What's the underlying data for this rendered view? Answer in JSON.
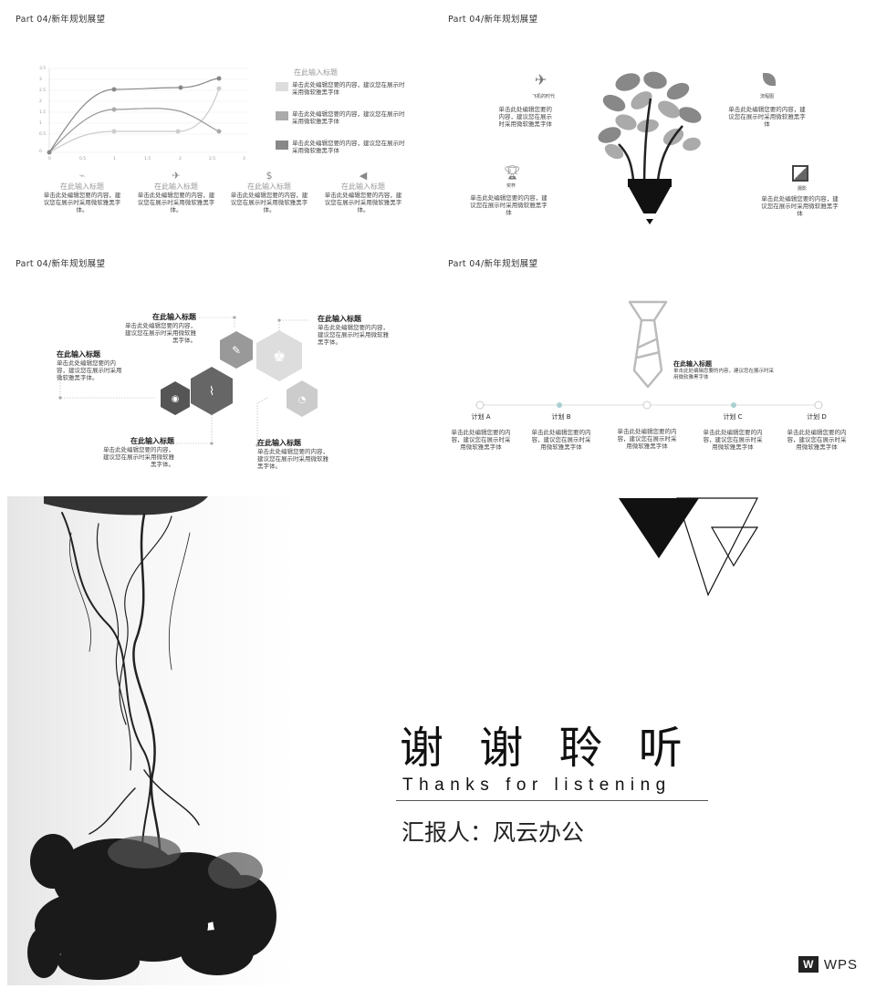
{
  "slides": {
    "s1": {
      "part": "Part  04/新年规划展望",
      "legend_title": "在此输入标题",
      "legend_items": [
        "单击此处编辑您要的内容，建议您在展示时采用微软雅黑字体",
        "单击此处编辑您要的内容，建议您在展示时采用微软雅黑字体",
        "单击此处编辑您要的内容，建议您在展示时采用微软雅黑字体"
      ],
      "y_ticks": [
        "3.5",
        "3",
        "2.5",
        "2",
        "1.5",
        "1",
        "0.5",
        "0"
      ],
      "x_ticks": [
        "0",
        "0.5",
        "1",
        "1.5",
        "2",
        "2.5",
        "3"
      ],
      "features": [
        {
          "title": "在此输入标题",
          "text": "单击此处编辑您要的内容，建议您在展示时采用微软雅黑字体。",
          "icon": "chart-icon"
        },
        {
          "title": "在此输入标题",
          "text": "单击此处编辑您要的内容，建议您在展示时采用微软雅黑字体。",
          "icon": "plane-icon"
        },
        {
          "title": "在此输入标题",
          "text": "单击此处编辑您要的内容，建议您在展示时采用微软雅黑字体。",
          "icon": "dollar-icon"
        },
        {
          "title": "在此输入标题",
          "text": "单击此处编辑您要的内容，建议您在展示时采用微软雅黑字体。",
          "icon": "megaphone-icon"
        }
      ]
    },
    "s2": {
      "part": "Part  04/新年规划展望",
      "labels": [
        "飞机的时代",
        "流程图",
        "奖杯",
        "摄影"
      ],
      "text": "单击此处编辑您要的内容，建议您在展示时采用微软雅黑字体"
    },
    "s3": {
      "part": "Part  04/新年规划展望",
      "blocks": [
        {
          "title": "在此输入标题",
          "text": "单击此处编辑您要的内容，建议您在展示时采用微软雅黑字体。"
        },
        {
          "title": "在此输入标题",
          "text": "单击此处编辑您要的内容，建议您在展示时采用微软雅黑字体。"
        },
        {
          "title": "在此输入标题",
          "text": "单击此处编辑您要的内容，建议您在展示时采用微软雅黑字体。"
        },
        {
          "title": "在此输入标题",
          "text": "单击此处编辑您要的内容，建议您在展示时采用微软雅黑字体。"
        },
        {
          "title": "在此输入标题",
          "text": "单击此处编辑您要的内容，建议您在展示时采用微软雅黑字体。"
        }
      ]
    },
    "s4": {
      "part": "Part  04/新年规划展望",
      "title": "在此输入标题",
      "title_text": "单击此处编辑您要的内容，建议您在展示时采用微软雅黑字体",
      "plans": [
        {
          "label": "计划 A",
          "text": "单击此处编辑您要的内容，建议您在展示时采用微软雅黑字体"
        },
        {
          "label": "计划 B",
          "text": "单击此处编辑您要的内容，建议您在展示时采用微软雅黑字体"
        },
        {
          "label": "",
          "text": "单击此处编辑您要的内容，建议您在展示时采用微软雅黑字体"
        },
        {
          "label": "计划 C",
          "text": "单击此处编辑您要的内容，建议您在展示时采用微软雅黑字体"
        },
        {
          "label": "计划 D",
          "text": "单击此处编辑您要的内容，建议您在展示时采用微软雅黑字体"
        }
      ]
    },
    "s5": {
      "title": "谢 谢 聆 听",
      "subtitle": "Thanks for listening",
      "reporter": "汇报人：风云办公",
      "brand": "WPS"
    }
  },
  "colors": {
    "dark": "#1a1a1a",
    "mid": "#7a7a7a",
    "light": "#cfcfcf",
    "accent": "#a9cfd0"
  }
}
